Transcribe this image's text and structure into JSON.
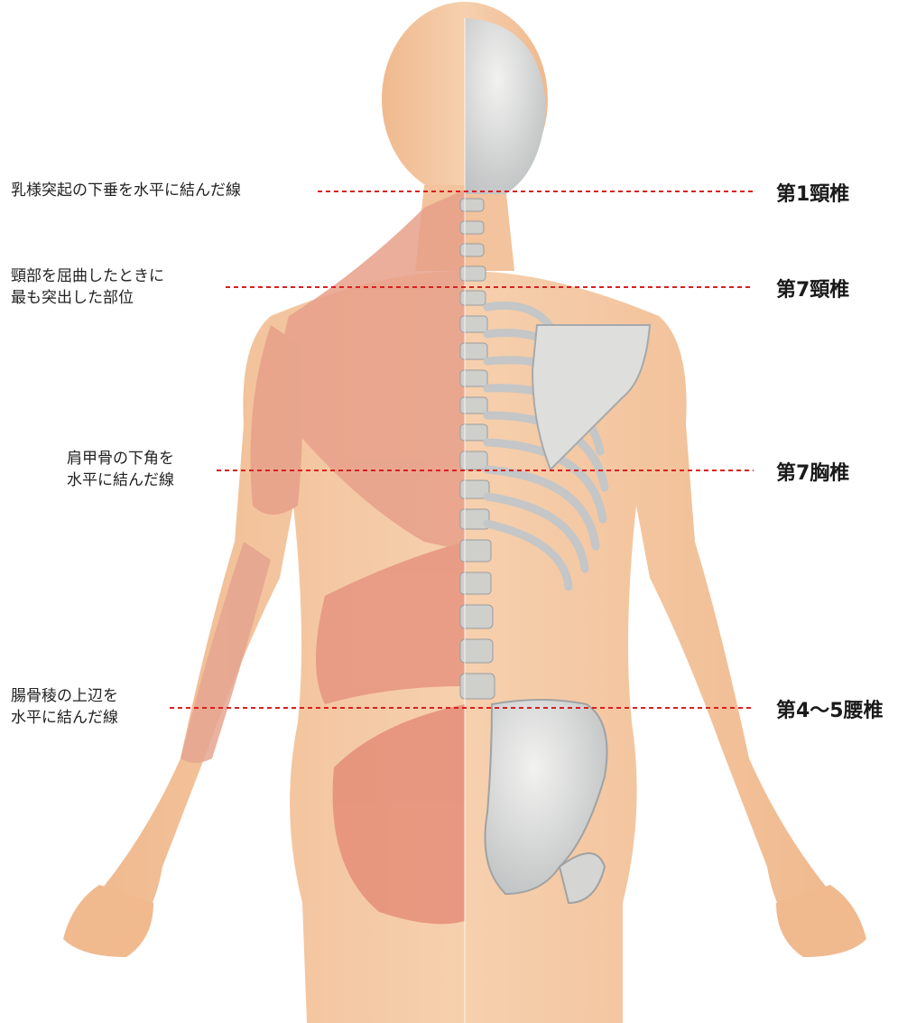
{
  "colors": {
    "skin": "#f4c9a4",
    "skin_shade": "#e6a97e",
    "muscle": "#e79a86",
    "bone": "#d9d9d6",
    "bone_shade": "#a9acae",
    "guide_line": "#d92020"
  },
  "landmarks": [
    {
      "left_lines": [
        "乳様突起の下垂を水平に結んだ線"
      ],
      "level": "第1頸椎"
    },
    {
      "left_lines": [
        "頸部を屈曲したときに",
        "最も突出した部位"
      ],
      "level": "第7頸椎"
    },
    {
      "left_lines": [
        "肩甲骨の下角を",
        "水平に結んだ線"
      ],
      "level": "第7胸椎"
    },
    {
      "left_lines": [
        "腸骨稜の上辺を",
        "水平に結んだ線"
      ],
      "level": "第4〜5腰椎"
    }
  ]
}
